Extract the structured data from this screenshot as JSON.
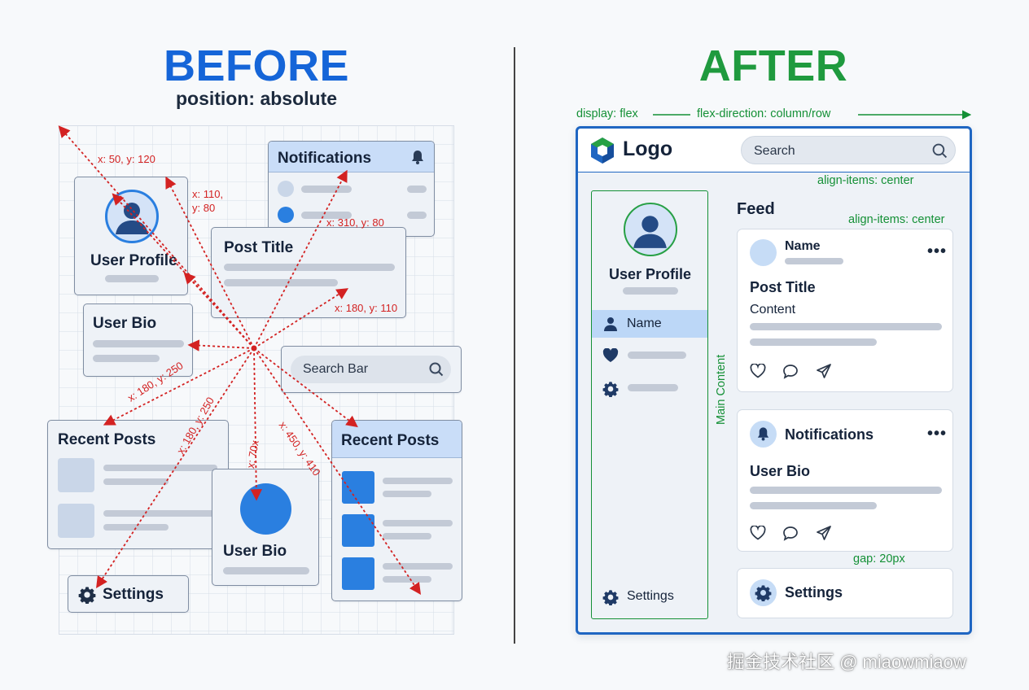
{
  "before": {
    "title": "BEFORE",
    "subtitle": "position: absolute",
    "cards": {
      "notifications": "Notifications",
      "user_profile": "User Profile",
      "post_title": "Post Title",
      "user_bio_top": "User Bio",
      "search_bar": "Search Bar",
      "recent_posts_left": "Recent Posts",
      "recent_posts_right": "Recent Posts",
      "user_bio_bottom": "User Bio",
      "settings": "Settings"
    },
    "annotations": [
      "x: 50, y: 120",
      "x: 110,\ny: 80",
      "x: 310, y: 80",
      "x: 180, y: 110",
      "x: 180, y: 250",
      "x: 180, y: 250",
      "x: 70x",
      "x: 450, y: 410"
    ]
  },
  "after": {
    "title": "AFTER",
    "labels": {
      "display": "display: flex",
      "direction": "flex-direction: column/row",
      "align1": "align-items: center",
      "align2": "align-items: center",
      "main_content": "Main Content",
      "gap": "gap: 20px"
    },
    "header": {
      "logo": "Logo",
      "search_placeholder": "Search"
    },
    "sidebar": {
      "profile": "User Profile",
      "active_item": "Name",
      "settings": "Settings"
    },
    "feed": {
      "heading": "Feed",
      "post": {
        "name": "Name",
        "title": "Post Title",
        "content": "Content"
      },
      "notif": {
        "title": "Notifications",
        "body": "User Bio"
      },
      "settings": "Settings"
    }
  },
  "watermark": "掘金技术社区 @ miaowmiaow",
  "colors": {
    "before_title": "#1565d8",
    "after_title": "#1f9a3e",
    "arrows": "#d32222",
    "frame": "#1f66c2",
    "guides": "#149036"
  }
}
